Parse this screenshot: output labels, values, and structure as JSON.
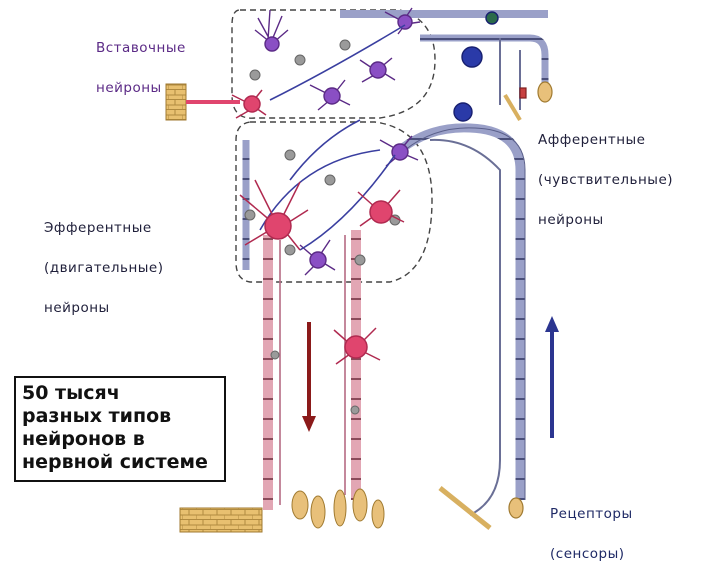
{
  "labels": {
    "interneurons": [
      "Вставочные",
      "нейроны"
    ],
    "afferent": [
      "Афферентные",
      "(чувствительные)",
      "нейроны"
    ],
    "efferent": [
      "Эфферентные",
      "(двигательные)",
      "нейроны"
    ],
    "receptors": [
      "Рецепторы",
      "(сенсоры)"
    ]
  },
  "info_box": [
    "50 тысяч",
    "разных типов",
    "нейронов в",
    "нервной системе"
  ],
  "colors": {
    "interneuron": "#8a4fc4",
    "motor_neuron": "#e0456e",
    "sensory_neuron": "#2a3aa8",
    "axon": "#6a6f96",
    "glia": "#8a8a8a",
    "muscle": "#e8c07a",
    "arrow_down": "#8b1a1a",
    "arrow_up": "#2b3590"
  },
  "arrows": {
    "down": "arrow-down",
    "up": "arrow-up"
  }
}
